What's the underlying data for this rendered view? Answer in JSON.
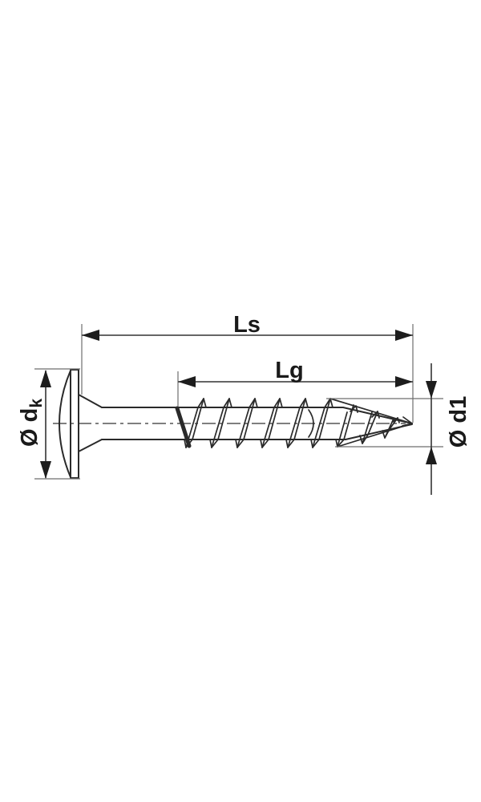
{
  "diagram": {
    "title": "screw-dimensional-drawing",
    "labels": {
      "overall_length": "Ls",
      "thread_length": "Lg",
      "head_diameter_prefix": "Ø d",
      "head_diameter_subscript": "k",
      "thread_diameter": "Ø d1"
    },
    "colors": {
      "outline": "#2a2a2a",
      "dimension": "#333333",
      "extension": "#6e6e6e",
      "arrow": "#1d1d1d",
      "text": "#1a1a1a",
      "background": "#ffffff"
    }
  }
}
